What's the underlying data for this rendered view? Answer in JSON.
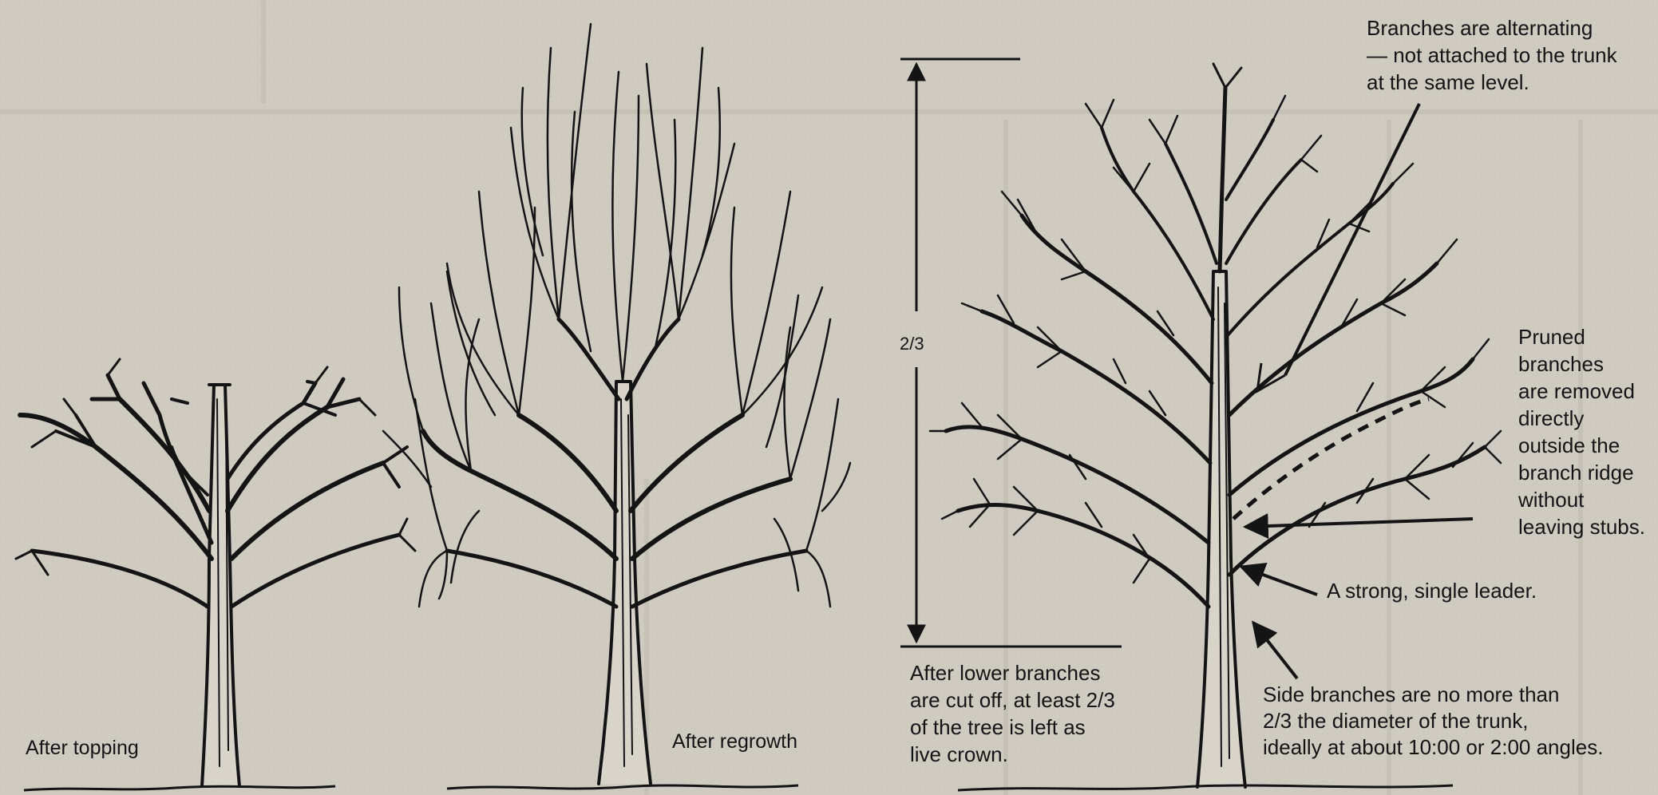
{
  "labels": {
    "after_topping": "After topping",
    "after_regrowth": "After regrowth",
    "two_thirds_marker": "2/3",
    "lower_branches": [
      "After lower branches",
      "are cut off, at least 2/3",
      "of the tree is left as",
      "live crown."
    ],
    "alternating": [
      "Branches are alternating",
      "— not attached to the trunk",
      "at the same level."
    ],
    "pruned": [
      "Pruned",
      "branches",
      "are removed",
      "directly",
      "outside the",
      "branch ridge",
      "without",
      "leaving stubs."
    ],
    "leader": "A strong, single leader.",
    "side_branches": [
      "Side branches are no more than",
      "2/3 the diameter of the trunk,",
      "ideally at about 10:00 or 2:00 angles."
    ]
  },
  "colors": {
    "paper": "#cfcbc1",
    "ink": "#141414",
    "bleed_text": "#a8a49a"
  }
}
